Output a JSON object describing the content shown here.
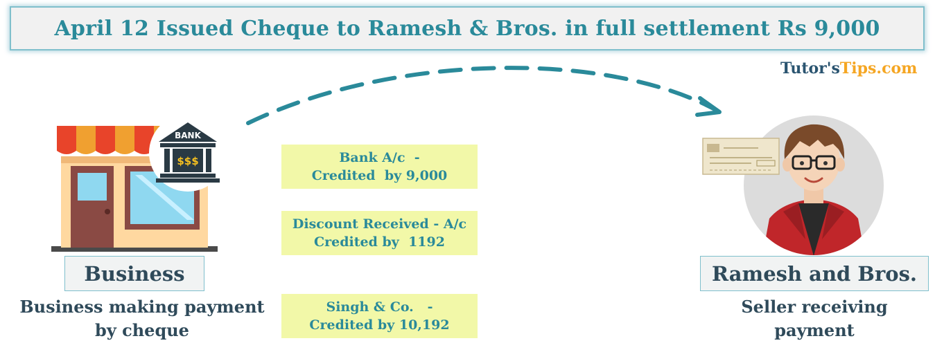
{
  "title": "April 12 Issued Cheque to Ramesh & Bros. in full settlement Rs 9,000",
  "brand": {
    "part1": "Tutor's",
    "part2": "Tips.com",
    "color_dark": "#2a5470",
    "color_accent": "#f5a623"
  },
  "bank_sign": "BANK",
  "bank_symbol": "$$$",
  "business": {
    "label": "Business",
    "description_line1": "Business making payment",
    "description_line2": "by cheque"
  },
  "seller": {
    "label": "Ramesh and Bros.",
    "description_line1": "Seller receiving",
    "description_line2": "payment"
  },
  "notes": [
    {
      "line1": "Bank A/c  -",
      "line2": "Credited  by 9,000"
    },
    {
      "line1": "Discount Received - A/c",
      "line2": "Credited by  1192"
    },
    {
      "line1": "Singh & Co.   -",
      "line2": "Credited by 10,192"
    }
  ],
  "colors": {
    "teal": "#2a8a9a",
    "note_bg": "#f2f8a8",
    "label_text": "#2f4a5a"
  }
}
